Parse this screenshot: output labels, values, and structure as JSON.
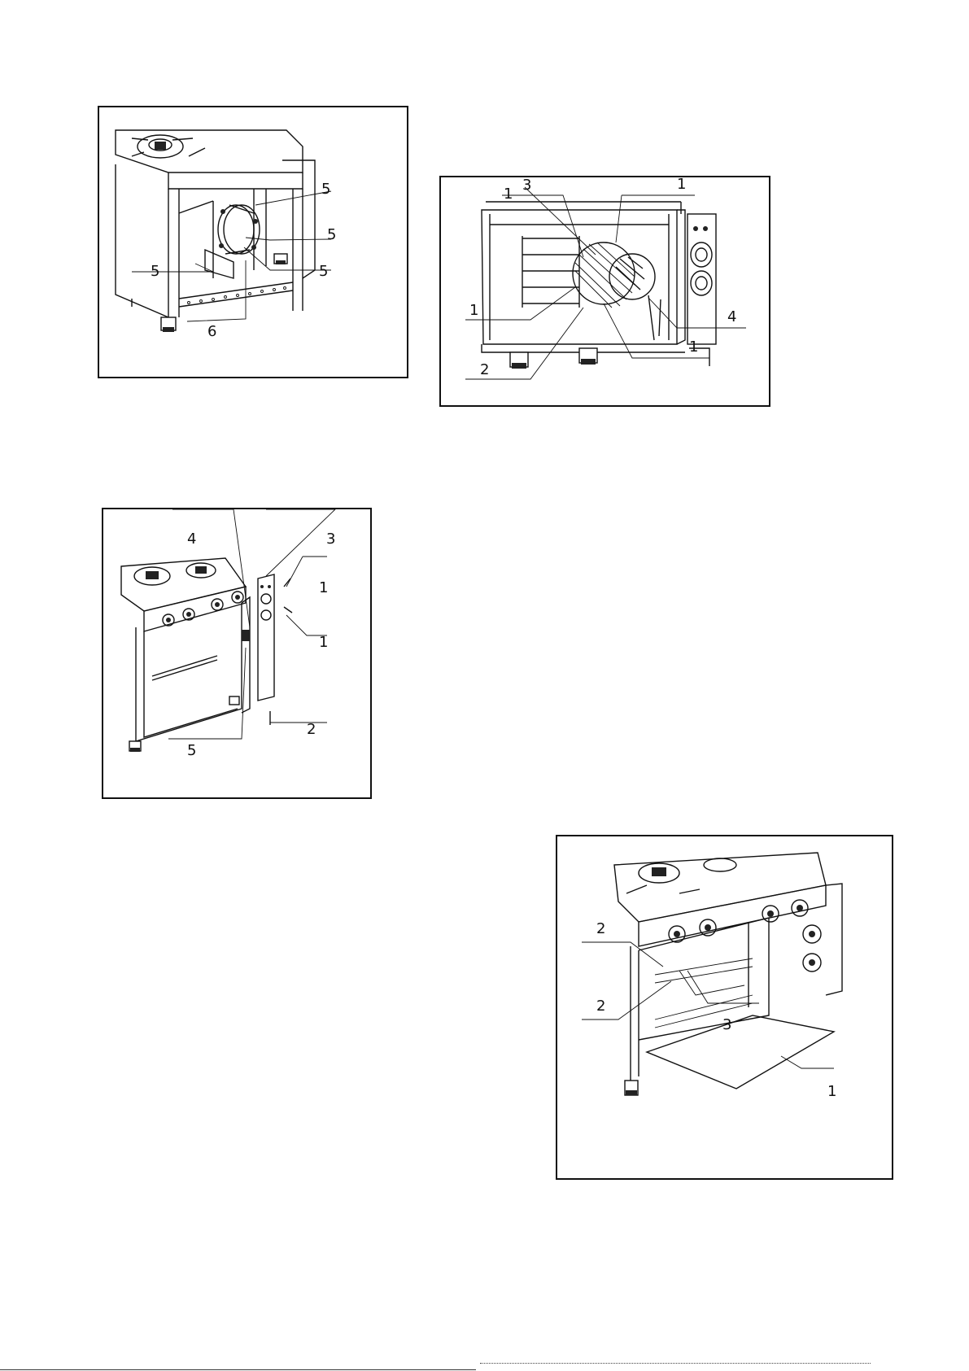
{
  "figures": [
    {
      "id": "fig-1",
      "callouts": [
        "5",
        "5",
        "5",
        "5",
        "6"
      ]
    },
    {
      "id": "fig-2",
      "callouts": [
        "3",
        "1",
        "1",
        "1",
        "4",
        "1",
        "2"
      ]
    },
    {
      "id": "fig-3",
      "callouts": [
        "4",
        "3",
        "1",
        "1",
        "2",
        "5"
      ]
    },
    {
      "id": "fig-4",
      "callouts": [
        "2",
        "2",
        "3",
        "1"
      ]
    }
  ]
}
